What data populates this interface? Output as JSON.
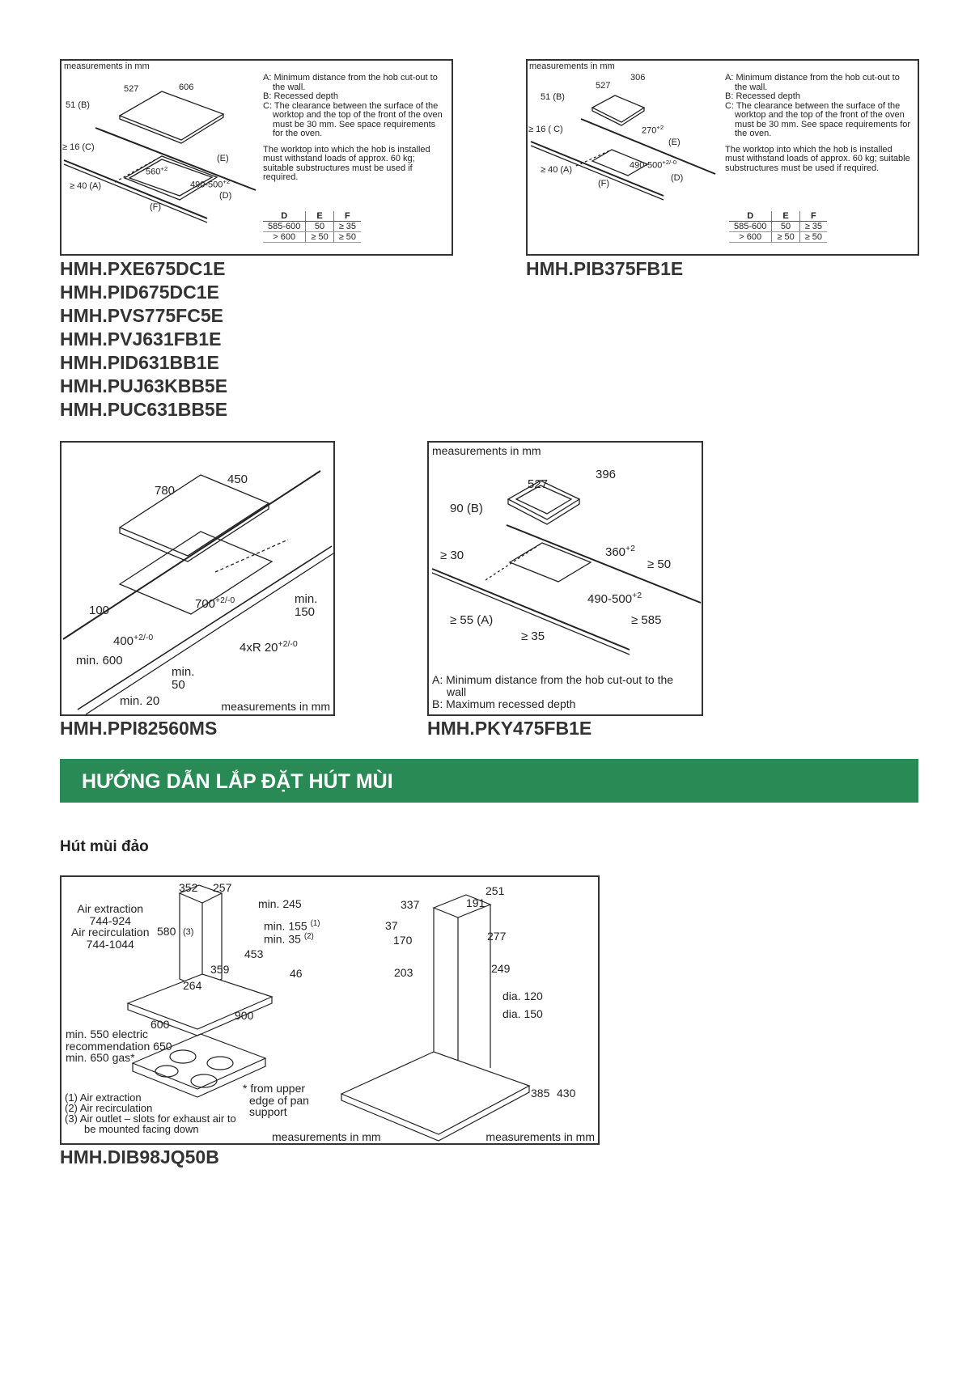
{
  "hob_diagram_1": {
    "measurements": "measurements in mm",
    "dims": {
      "w527": "527",
      "w606": "606",
      "b51": "51 (B)",
      "c16": "≥ 16 (C)",
      "e": "(E)",
      "cut560": "560",
      "cut560_tol": "+2",
      "depth": "490-500",
      "depth_tol": "+2",
      "d": "(D)",
      "a40": "≥ 40 (A)",
      "f": "(F)"
    },
    "legend": {
      "a": "A: Minimum distance from the hob cut-out to the wall.",
      "b": "B: Recessed depth",
      "c": "C: The clearance between the surface of the worktop and the top of the front of the oven must be 30 mm. See space requirements for the oven.",
      "note": "The worktop into which the hob is installed must withstand loads of approx. 60 kg; suitable substructures must be used if required."
    },
    "table": {
      "headers": [
        "D",
        "E",
        "F"
      ],
      "rows": [
        [
          "585-600",
          "50",
          "≥ 35"
        ],
        [
          "> 600",
          "≥ 50",
          "≥ 50"
        ]
      ]
    }
  },
  "models_1": [
    "HMH.PXE675DC1E",
    "HMH.PID675DC1E",
    "HMH.PVS775FC5E",
    "HMH.PVJ631FB1E",
    "HMH.PID631BB1E",
    "HMH.PUJ63KBB5E",
    "HMH.PUC631BB5E"
  ],
  "hob_diagram_2": {
    "measurements": "measurements in mm",
    "dims": {
      "w527": "527",
      "w306": "306",
      "b51": "51 (B)",
      "c16": "≥ 16 ( C)",
      "cut270": "270",
      "cut270_tol": "+2",
      "e": "(E)",
      "depth": "490-500",
      "depth_tol": "+2/-0",
      "a40": "≥ 40 (A)",
      "d": "(D)",
      "f": "(F)"
    },
    "legend": {
      "a": "A: Minimum distance from the hob cut-out to the wall.",
      "b": "B: Recessed depth",
      "c": "C: The clearance between the surface of the worktop and the top of the front of the oven must be 30 mm. See space requirements for the oven.",
      "note": "The worktop into which the hob is installed must withstand loads of approx. 60 kg; suitable substructures must be used if required."
    },
    "table": {
      "headers": [
        "D",
        "E",
        "F"
      ],
      "rows": [
        [
          "585-600",
          "50",
          "≥ 35"
        ],
        [
          "> 600",
          "≥ 50",
          "≥ 50"
        ]
      ]
    }
  },
  "models_2": [
    "HMH.PIB375FB1E"
  ],
  "hob_diagram_3": {
    "dims": {
      "w780": "780",
      "w450": "450",
      "d100": "100",
      "cut700": "700",
      "tol": "+2/-0",
      "min150a": "min.",
      "min150b": "150",
      "cut400": "400",
      "radius": "4xR 20",
      "min600": "min. 600",
      "min50a": "min.",
      "min50b": "50",
      "min20": "min. 20"
    },
    "measurements": "measurements in mm",
    "model": "HMH.PPI82560MS"
  },
  "hob_diagram_4": {
    "measurements": "measurements in mm",
    "dims": {
      "w396": "396",
      "w527": "527",
      "b90": "90 (B)",
      "g30": "≥ 30",
      "cut360": "360",
      "cut360_tol": "+2",
      "g50": "≥ 50",
      "depth": "490-500",
      "depth_tol": "+2",
      "a55": "≥ 55 (A)",
      "g585": "≥ 585",
      "g35": "≥ 35"
    },
    "legend": {
      "a": "A: Minimum distance from the hob cut-out to the wall",
      "b": "B: Maximum recessed depth"
    },
    "model": "HMH.PKY475FB1E"
  },
  "section_banner": {
    "title": "HƯỚNG DẪN LẮP ĐẶT HÚT MÙI",
    "color": "#2a8a55"
  },
  "subsection": "Hút mùi đảo",
  "hood_diagram": {
    "left": {
      "w352": "352",
      "w257": "257",
      "air_extraction": "Air extraction",
      "air_extraction_range": "744-924",
      "air_recirc": "Air recirculation",
      "air_recirc_range": "744-1044",
      "h580": "580",
      "min245": "min. 245",
      "min155": "min. 155",
      "min155_note": "(1)",
      "min35": "min. 35",
      "min35_note": "(2)",
      "n3": "(3)",
      "d453": "453",
      "d359": "359",
      "d46": "46",
      "d264": "264",
      "d600": "600",
      "d900": "900",
      "clearance": [
        "min. 550 electric",
        "recommendation 650",
        "min. 650 gas*"
      ],
      "footnote": [
        "* from upper",
        "edge of pan",
        "support"
      ],
      "legend": [
        "(1)  Air extraction",
        "(2)  Air recirculation",
        "(3)  Air outlet – slots for exhaust air to be mounted facing down"
      ],
      "measurements": "measurements in mm"
    },
    "right": {
      "w251": "251",
      "w337": "337",
      "w191": "191",
      "d37": "37",
      "d277": "277",
      "d170": "170",
      "d203": "203",
      "d249": "249",
      "dia120": "dia. 120",
      "dia150": "dia. 150",
      "h385": "385",
      "h430": "430",
      "measurements": "measurements in mm"
    },
    "model": "HMH.DIB98JQ50B"
  }
}
